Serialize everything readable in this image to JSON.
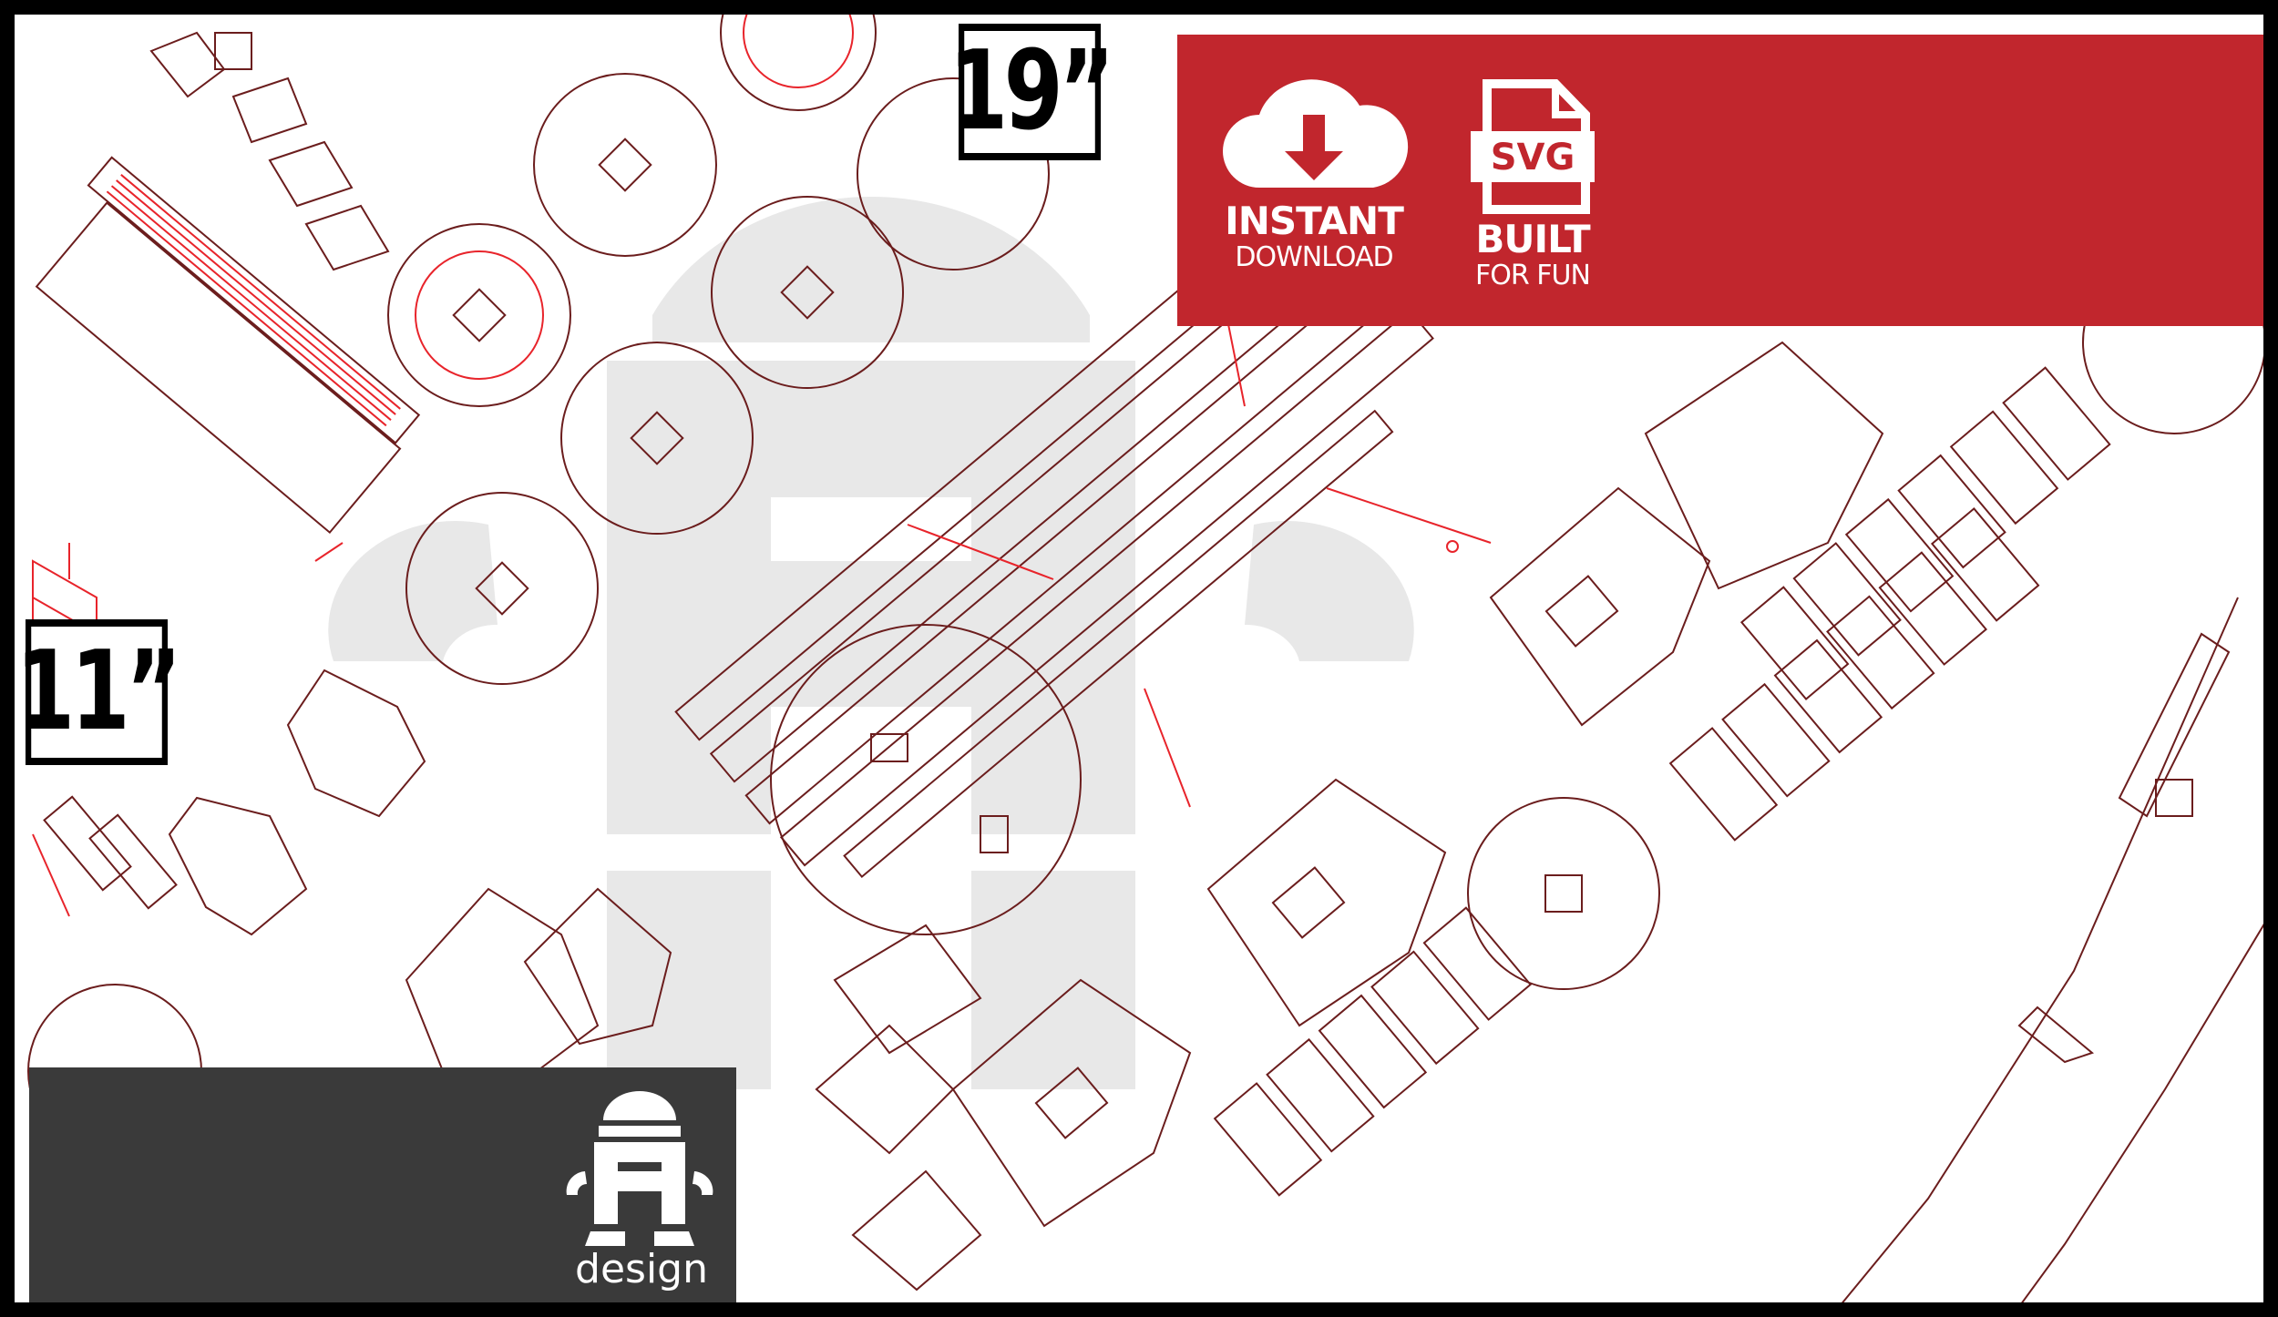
{
  "product_label": {
    "width": "19”",
    "height": "11”"
  },
  "banner": {
    "background_color": "#c1262d",
    "download": {
      "icon": "cloud-download-icon",
      "line1": "INSTANT",
      "line2": "DOWNLOAD"
    },
    "file": {
      "icon": "svg-file-icon",
      "icon_text": "SVG",
      "line1": "BUILT",
      "line2": "FOR FUN"
    }
  },
  "logo": {
    "icon": "robot-logo-icon",
    "text": "design",
    "background_color": "#3a3a3a"
  },
  "artwork": {
    "description_icon": "laser-cut-layout",
    "line_color": "#6b1d1d",
    "accent_line_color": "#e8242b",
    "watermark_color": "#e6e6e6"
  }
}
